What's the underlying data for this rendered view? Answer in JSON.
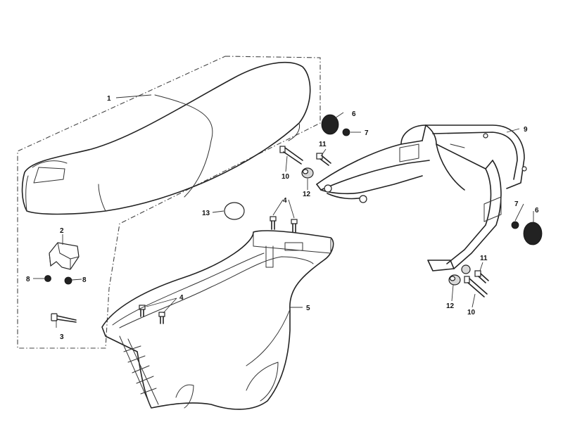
{
  "diagram": {
    "callouts": {
      "c1": "1",
      "c2": "2",
      "c3": "3",
      "c4a": "4",
      "c4b": "4",
      "c5": "5",
      "c6a": "6",
      "c6b": "6",
      "c7a": "7",
      "c7b": "7",
      "c8a": "8",
      "c8b": "8",
      "c9": "9",
      "c10a": "10",
      "c10b": "10",
      "c11a": "11",
      "c11b": "11",
      "c12a": "12",
      "c12b": "12",
      "c13": "13"
    }
  }
}
